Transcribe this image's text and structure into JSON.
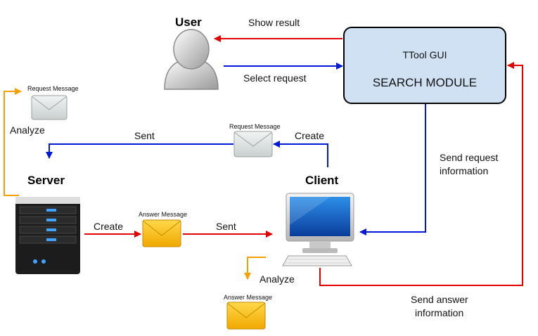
{
  "nodes": {
    "user": "User",
    "server": "Server",
    "client": "Client",
    "module_title": "TTool GUI",
    "module_subtitle": "SEARCH MODULE"
  },
  "edges": {
    "show_result": "Show result",
    "select_request": "Select request",
    "sent_top": "Sent",
    "create_top": "Create",
    "analyze_left": "Analyze",
    "create_bottom": "Create",
    "sent_bottom": "Sent",
    "analyze_bottom": "Analyze",
    "send_request_info_1": "Send request",
    "send_request_info_2": "information",
    "send_answer_info_1": "Send answer",
    "send_answer_info_2": "information"
  },
  "messages": {
    "request_top_left": "Request Message",
    "request_middle": "Request Message",
    "answer_middle": "Answer Message",
    "answer_bottom": "Answer Message"
  },
  "colors": {
    "red_arrow": "#e30000",
    "blue_arrow": "#0018d8",
    "orange_arrow": "#f5a000",
    "module_fill": "#cfe1f3",
    "request_envelope": "#e4e8e8",
    "answer_envelope": "#f6c21b"
  }
}
